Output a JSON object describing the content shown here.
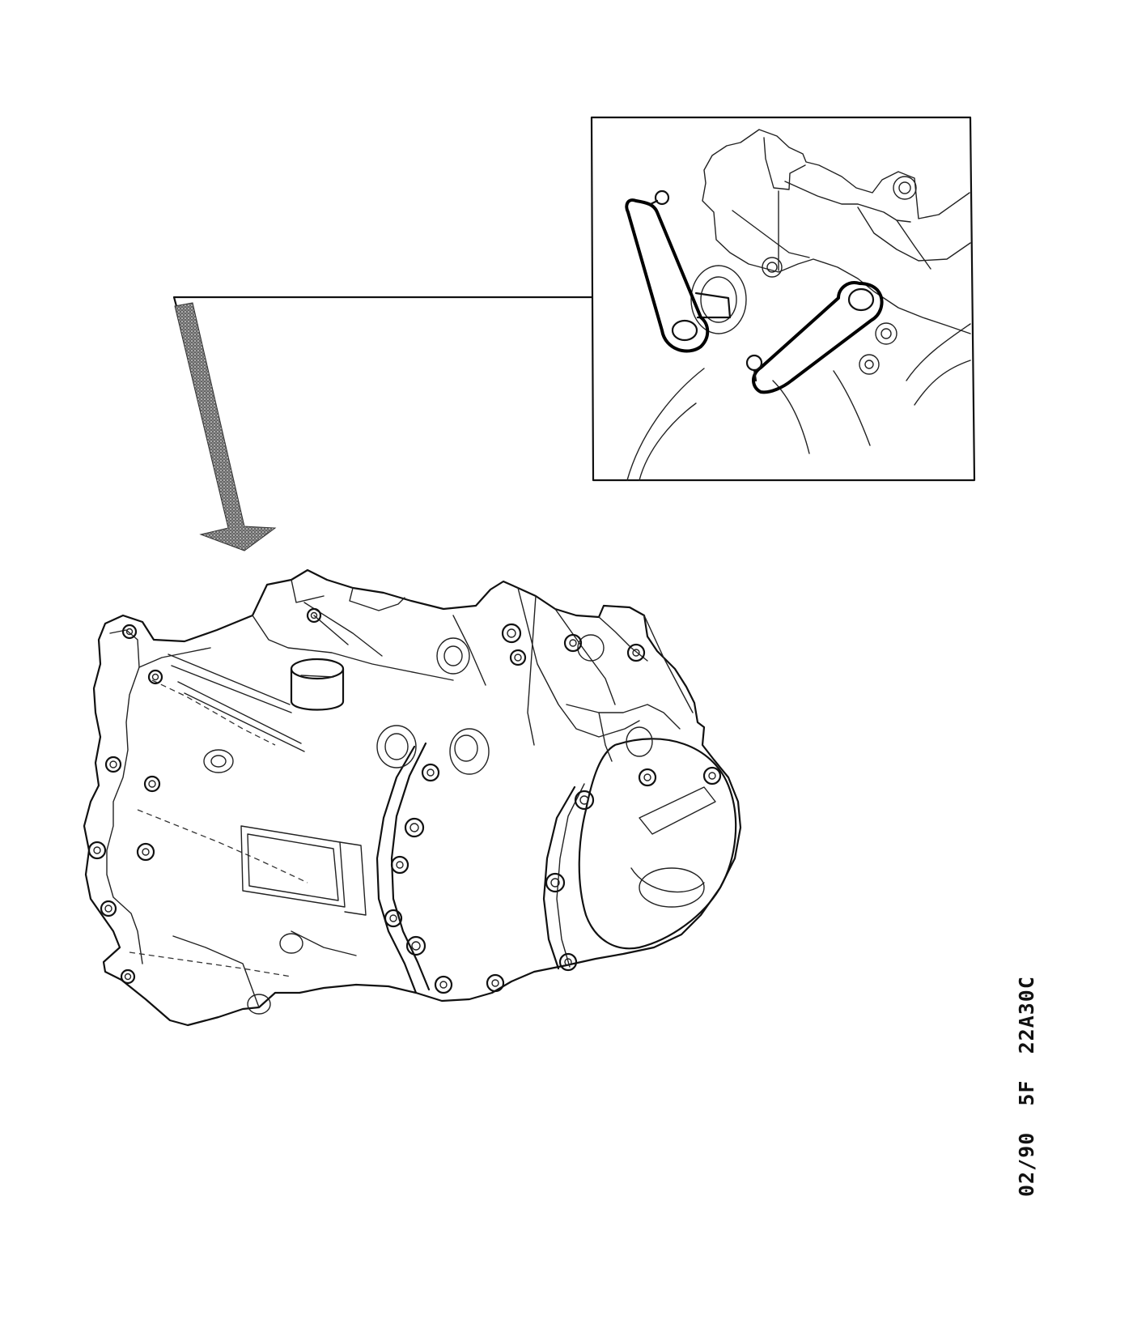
{
  "caption": {
    "date": "02/90",
    "code": "5F",
    "reference": "22A30C"
  }
}
